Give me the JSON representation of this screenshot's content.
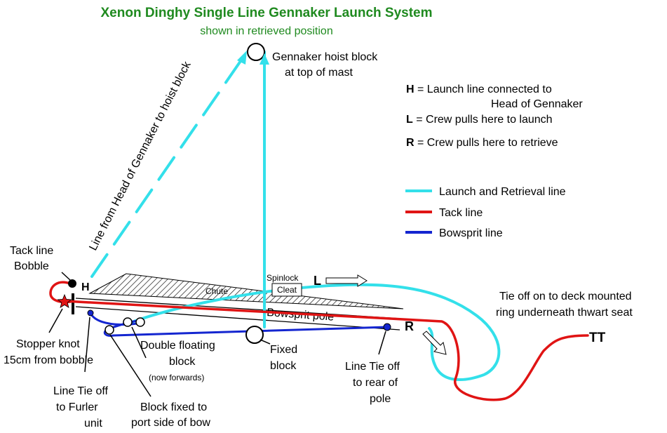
{
  "title": "Xenon Dinghy Single Line Gennaker Launch System",
  "subtitle": "shown in retrieved position",
  "labels": {
    "hoist_block_1": "Gennaker hoist block",
    "hoist_block_2": "at top of mast",
    "diag_line": "Line from Head of Gennaker to hoist block",
    "tack_bobble_1": "Tack line",
    "tack_bobble_2": "Bobble",
    "stopper_1": "Stopper knot",
    "stopper_2": "15cm from bobble",
    "tie_furler_1": "Line Tie off",
    "tie_furler_2": "to Furler",
    "tie_furler_3": "unit",
    "double_block_1": "Double floating",
    "double_block_2": "block",
    "double_block_3": "(now forwards)",
    "block_port_1": "Block fixed to",
    "block_port_2": "port side of bow",
    "fixed_block_1": "Fixed",
    "fixed_block_2": "block",
    "tie_rear_1": "Line Tie off",
    "tie_rear_2": "to rear of",
    "tie_rear_3": "pole",
    "deck_ring_1": "Tie off on to deck mounted",
    "deck_ring_2": "ring underneath thwart seat",
    "tt": "TT",
    "chute": "Chute",
    "spinlock": "Spinlock",
    "cleat": "Cleat",
    "bowsprit_pole": "Bowsprit pole",
    "h_mark": "H",
    "l_mark": "L",
    "r_mark": "R"
  },
  "key": [
    {
      "letter": "H",
      "text": "= Launch line connected to",
      "text2": "Head of Gennaker"
    },
    {
      "letter": "L",
      "text": "= Crew pulls here to launch"
    },
    {
      "letter": "R",
      "text": "= Crew pulls here to retrieve"
    }
  ],
  "legend": [
    {
      "label": "Launch and Retrieval line",
      "color": "#33e0ea"
    },
    {
      "label": "Tack line",
      "color": "#e01414"
    },
    {
      "label": "Bowsprit line",
      "color": "#1426d0"
    }
  ],
  "colors": {
    "title_green": "#1f8a1f",
    "launch_line": "#33e0ea",
    "tack_line": "#e01414",
    "bowsprit_line": "#1426d0"
  }
}
